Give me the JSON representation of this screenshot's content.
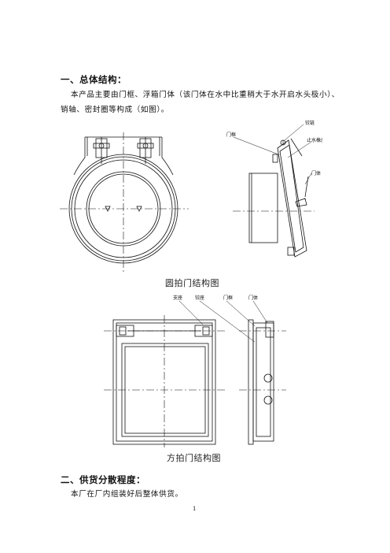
{
  "section1": {
    "heading": "一、总体结构：",
    "para_line1": "本产品主要由门框、浮箱门体（该门体在水中比重稍大于水开启水头极小）、",
    "para_line2": "销轴、密封圈等构成（如图）。"
  },
  "figure1": {
    "caption": "圆拍门结构图",
    "labels": {
      "frame": "门框",
      "hinge": "铰链",
      "seal": "止水橡皮",
      "leaf": "门体"
    }
  },
  "figure2": {
    "caption": "方拍门结构图",
    "labels": {
      "support": "支座",
      "hinge": "铰座",
      "frame": "门框",
      "leaf": "门体"
    }
  },
  "section2": {
    "heading": "二、供货分散程度：",
    "para": "本厂在厂内组装好后整体供货。"
  },
  "footer": {
    "page_number": "1"
  }
}
